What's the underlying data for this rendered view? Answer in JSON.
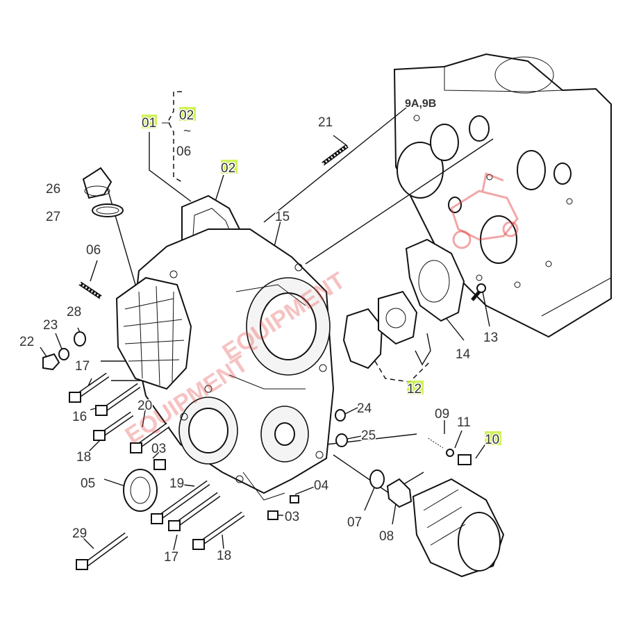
{
  "diagram": {
    "labels": [
      {
        "id": "l01",
        "text": "01",
        "highlight": true
      },
      {
        "id": "l02a",
        "text": "02",
        "highlight": true
      },
      {
        "id": "ltilde",
        "text": "~",
        "highlight": false
      },
      {
        "id": "l06a",
        "text": "06",
        "highlight": false
      },
      {
        "id": "l02b",
        "text": "02",
        "highlight": true
      },
      {
        "id": "l21",
        "text": "21",
        "highlight": false
      },
      {
        "id": "l9ab",
        "text": "9A,9B",
        "highlight": false
      },
      {
        "id": "l26",
        "text": "26",
        "highlight": false
      },
      {
        "id": "l27",
        "text": "27",
        "highlight": false
      },
      {
        "id": "l15",
        "text": "15",
        "highlight": false
      },
      {
        "id": "l06b",
        "text": "06",
        "highlight": false
      },
      {
        "id": "l28",
        "text": "28",
        "highlight": false
      },
      {
        "id": "l23",
        "text": "23",
        "highlight": false
      },
      {
        "id": "l22",
        "text": "22",
        "highlight": false
      },
      {
        "id": "l17a",
        "text": "17",
        "highlight": false
      },
      {
        "id": "l16",
        "text": "16",
        "highlight": false
      },
      {
        "id": "l20",
        "text": "20",
        "highlight": false
      },
      {
        "id": "l18a",
        "text": "18",
        "highlight": false
      },
      {
        "id": "l03a",
        "text": "03",
        "highlight": false
      },
      {
        "id": "l05",
        "text": "05",
        "highlight": false
      },
      {
        "id": "l19",
        "text": "19",
        "highlight": false
      },
      {
        "id": "l29",
        "text": "29",
        "highlight": false
      },
      {
        "id": "l17b",
        "text": "17",
        "highlight": false
      },
      {
        "id": "l18b",
        "text": "18",
        "highlight": false
      },
      {
        "id": "l04",
        "text": "04",
        "highlight": false
      },
      {
        "id": "l03b",
        "text": "03",
        "highlight": false
      },
      {
        "id": "l24",
        "text": "24",
        "highlight": false
      },
      {
        "id": "l25",
        "text": "25",
        "highlight": false
      },
      {
        "id": "l12",
        "text": "12",
        "highlight": true
      },
      {
        "id": "l14",
        "text": "14",
        "highlight": false
      },
      {
        "id": "l13",
        "text": "13",
        "highlight": false
      },
      {
        "id": "l09",
        "text": "09",
        "highlight": false
      },
      {
        "id": "l11",
        "text": "11",
        "highlight": false
      },
      {
        "id": "l10",
        "text": "10",
        "highlight": true
      },
      {
        "id": "l07",
        "text": "07",
        "highlight": false
      },
      {
        "id": "l08",
        "text": "08",
        "highlight": false
      }
    ],
    "watermark": "EQUIPMENT",
    "colors": {
      "highlight": "#c8f03c",
      "watermark": "#e23a3a",
      "line": "#111111"
    }
  }
}
